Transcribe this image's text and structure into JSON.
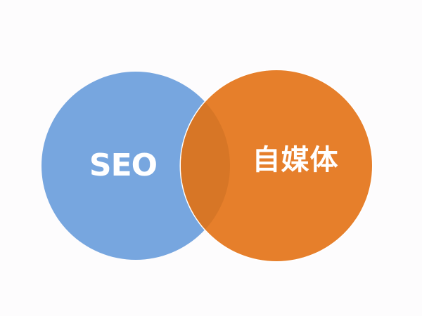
{
  "diagram": {
    "type": "venn",
    "sets": [
      {
        "id": "left",
        "label": "SEO",
        "color": "#77a6df"
      },
      {
        "id": "right",
        "label": "自媒体",
        "color": "#e67f2b"
      }
    ],
    "intersection_color": "#d97628",
    "divider_color": "#ffffff",
    "background_color": "#fdfcfd"
  }
}
